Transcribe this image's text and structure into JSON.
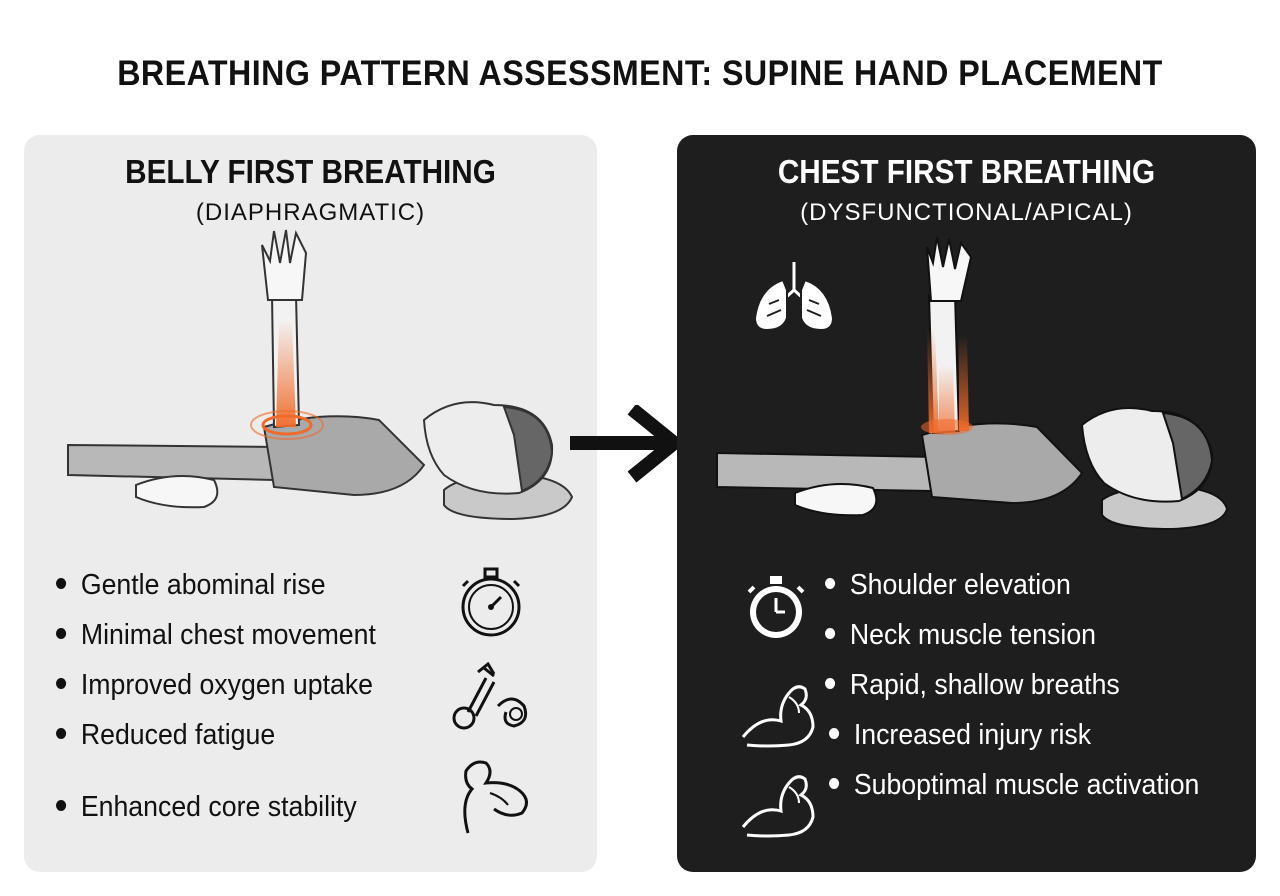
{
  "title": "BREATHING PATTERN ASSESSMENT: SUPINE HAND PLACEMENT",
  "left_panel": {
    "heading": "BELLY FIRST BREATHING",
    "subheading": "(DIAPHRAGMATIC)",
    "bullets": [
      "Gentle abominal rise",
      "Minimal chest movement",
      "Improved oxygen uptake",
      "Reduced fatigue",
      "Enhanced core stability"
    ],
    "icons": [
      "stopwatch-icon",
      "resistance-band-icon",
      "flexing-arm-icon"
    ]
  },
  "right_panel": {
    "heading": "CHEST FIRST BREATHING",
    "subheading": "(DYSFUNCTIONAL/APICAL)",
    "bullets": [
      "Shoulder elevation",
      "Neck muscle tension",
      "Rapid, shallow breaths",
      "Increased injury risk",
      "Suboptimal muscle activation"
    ],
    "icons": [
      "lungs-icon",
      "stopwatch-icon",
      "flexing-arm-icon",
      "flexing-arm-icon"
    ]
  },
  "colors": {
    "accent": "#f06a2a",
    "left_bg": "#ececec",
    "right_bg": "#1e1e1e"
  }
}
